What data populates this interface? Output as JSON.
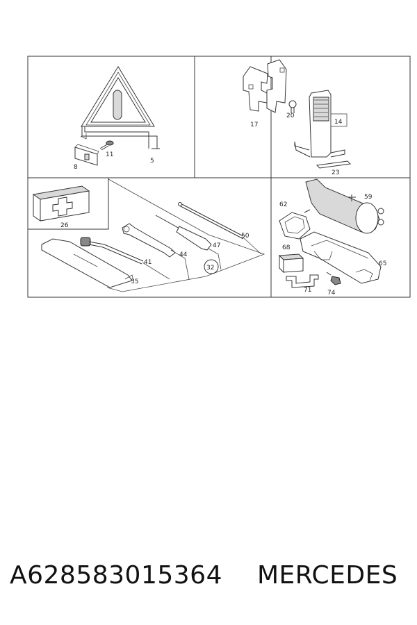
{
  "diagram": {
    "callouts": {
      "p5": "5",
      "p8": "8",
      "p11": "11",
      "p14": "14",
      "p17": "17",
      "p20": "20",
      "p23": "23",
      "p26": "26",
      "p32": "32",
      "p35": "35",
      "p41": "41",
      "p44": "44",
      "p47": "47",
      "p50": "50",
      "p59": "59",
      "p62": "62",
      "p65": "65",
      "p68": "68",
      "p71": "71",
      "p74": "74"
    },
    "highlight_color": "#d9303a"
  },
  "footer": {
    "part_number": "A628583015364",
    "brand": "MERCEDES"
  }
}
